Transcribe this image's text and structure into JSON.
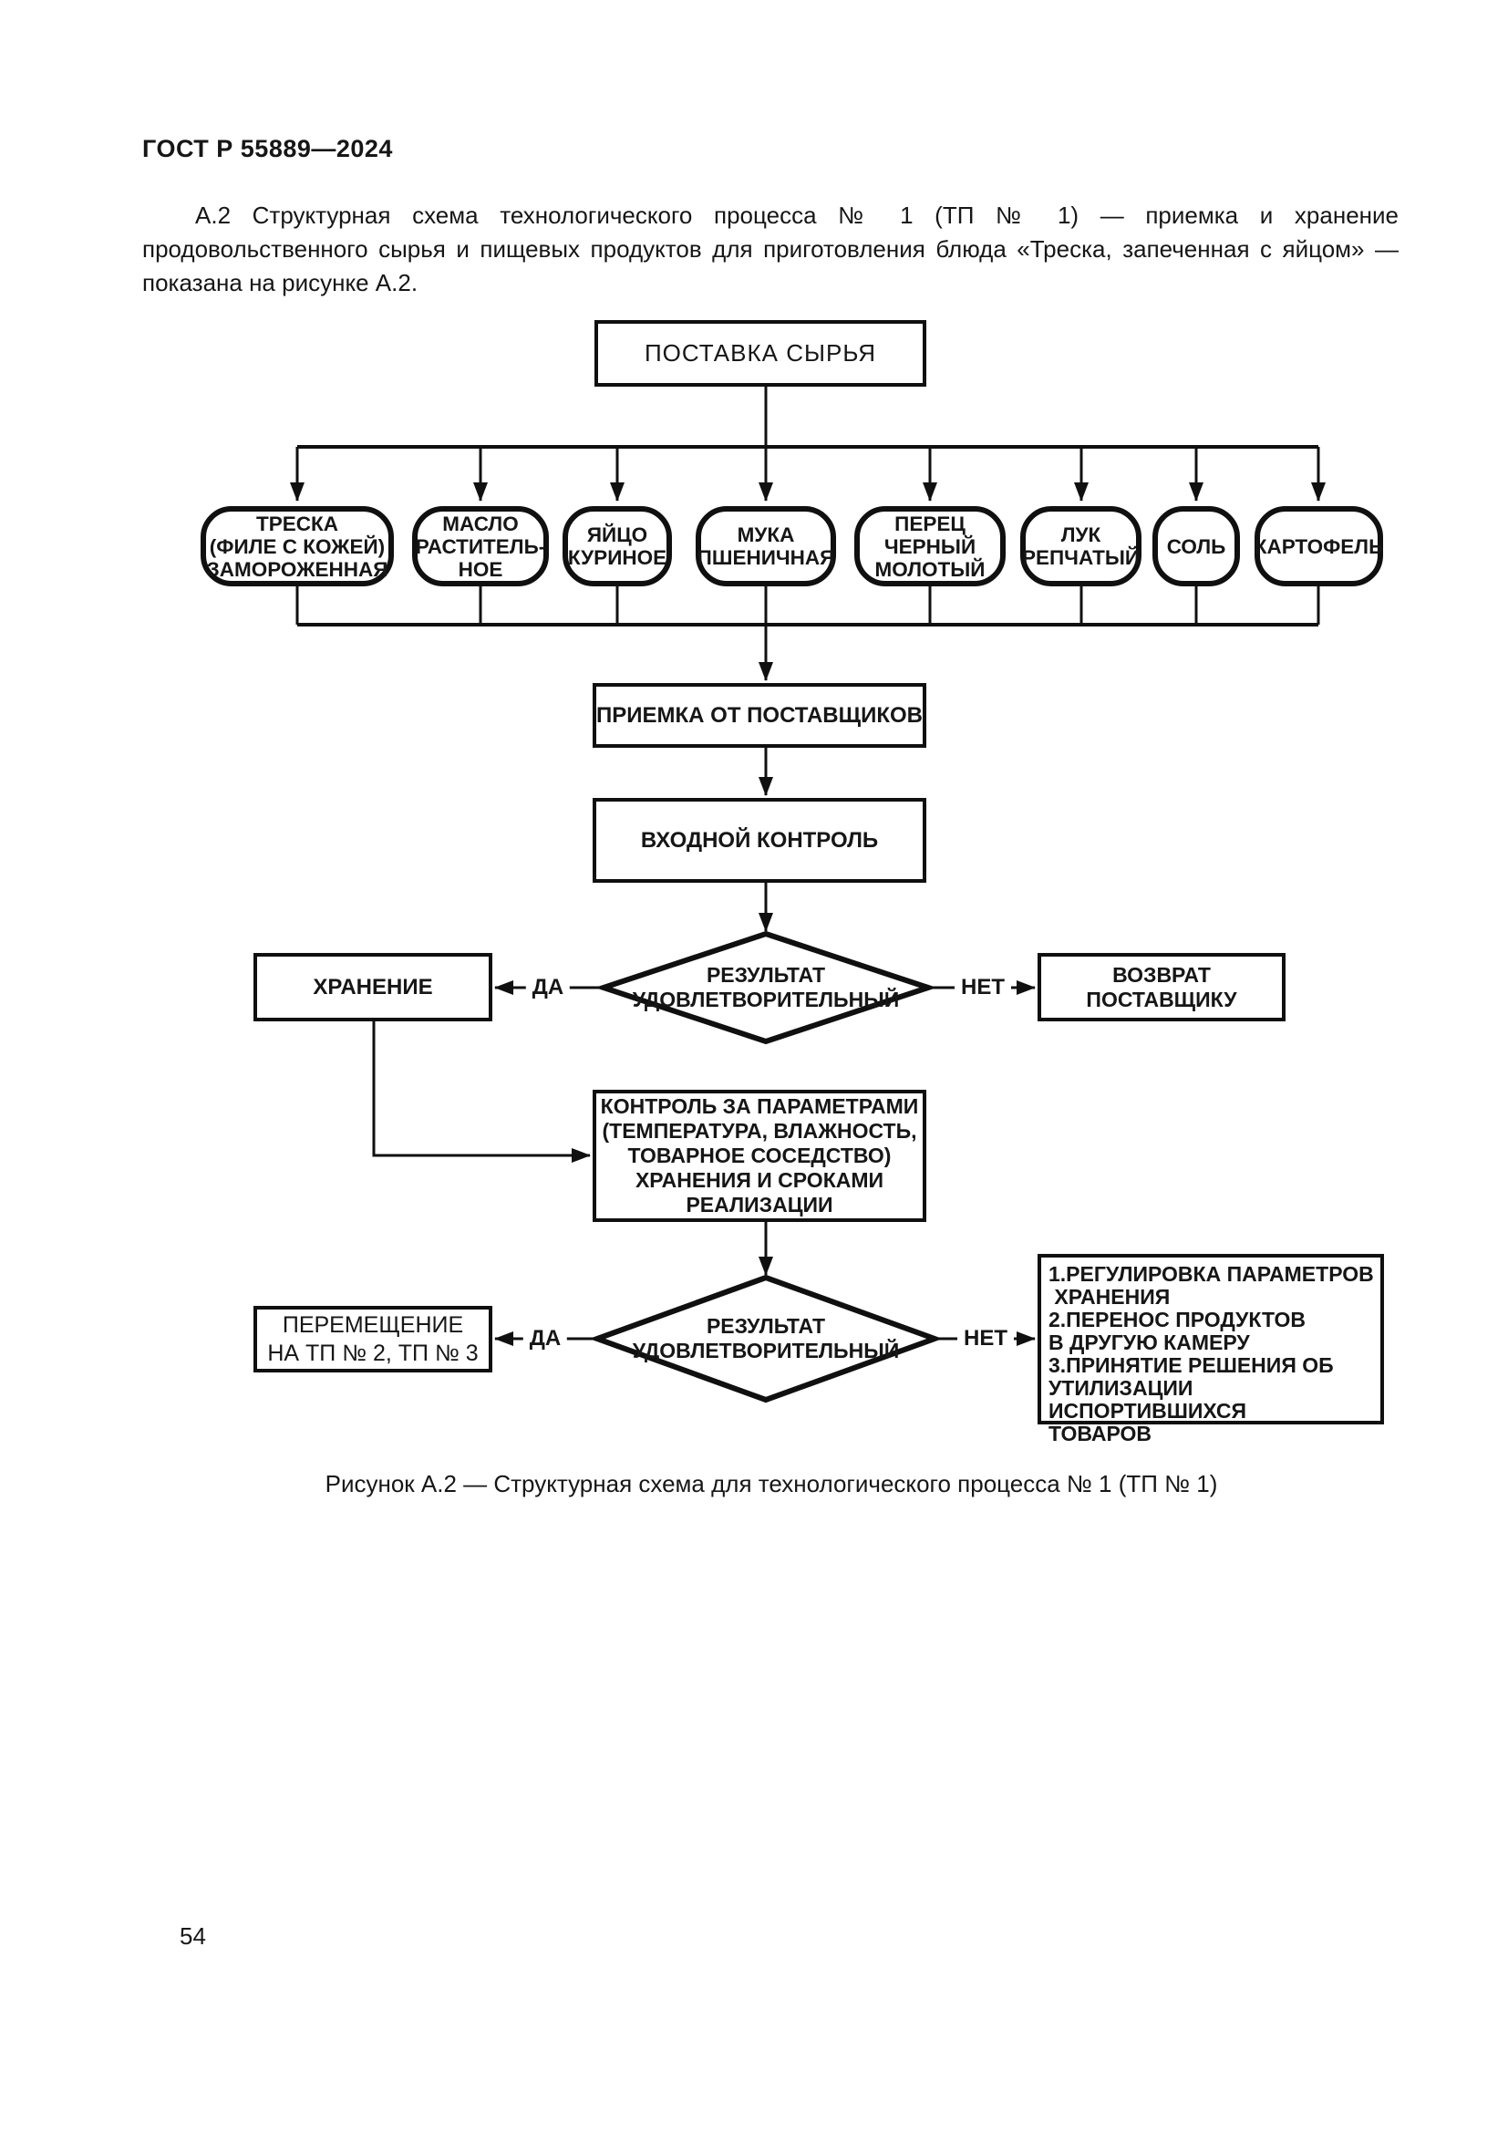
{
  "page": {
    "header": "ГОСТ Р 55889—2024",
    "intro": "А.2 Структурная схема технологического процесса № 1 (ТП № 1) — приемка и хранение продовольственного сырья и пищевых продуктов для приготовления блюда «Треска, запеченная с яйцом» — показана на рисунке А.2.",
    "caption": "Рисунок А.2 — Структурная схема для технологического процесса № 1 (ТП № 1)",
    "page_number": "54"
  },
  "flowchart": {
    "supply": "ПОСТАВКА СЫРЬЯ",
    "ingredients": [
      "ТРЕСКА\n(ФИЛЕ С КОЖЕЙ)\nЗАМОРОЖЕННАЯ",
      "МАСЛО\nРАСТИТЕЛЬ-\nНОЕ",
      "ЯЙЦО\nКУРИНОЕ",
      "МУКА\nПШЕНИЧНАЯ",
      "ПЕРЕЦ\nЧЕРНЫЙ\nМОЛОТЫЙ",
      "ЛУК\nРЕПЧАТЫЙ",
      "СОЛЬ",
      "КАРТОФЕЛЬ"
    ],
    "acceptance": "ПРИЕМКА ОТ ПОСТАВЩИКОВ",
    "incoming_control": "ВХОДНОЙ КОНТРОЛЬ",
    "decision1": "РЕЗУЛЬТАТ\nУДОВЛЕТВОРИТЕЛЬНЫЙ",
    "storage": "ХРАНЕНИЕ",
    "return_supplier": "ВОЗВРАТ ПОСТАВЩИКУ",
    "params_control": "КОНТРОЛЬ ЗА ПАРАМЕТРАМИ\n(ТЕМПЕРАТУРА, ВЛАЖНОСТЬ,\nТОВАРНОЕ СОСЕДСТВО)\nХРАНЕНИЯ И СРОКАМИ\nРЕАЛИЗАЦИИ",
    "decision2": "РЕЗУЛЬТАТ\nУДОВЛЕТВОРИТЕЛЬНЫЙ",
    "transfer": "ПЕРЕМЕЩЕНИЕ\nНА ТП № 2, ТП № 3",
    "actions": "1.РЕГУЛИРОВКА ПАРАМЕТРОВ\n ХРАНЕНИЯ\n2.ПЕРЕНОС ПРОДУКТОВ\nВ ДРУГУЮ КАМЕРУ\n3.ПРИНЯТИЕ РЕШЕНИЯ ОБ\nУТИЛИЗАЦИИ ИСПОРТИВШИХСЯ\nТОВАРОВ",
    "yes_label": "ДА",
    "no_label": "НЕТ",
    "line_color": "#101010"
  }
}
